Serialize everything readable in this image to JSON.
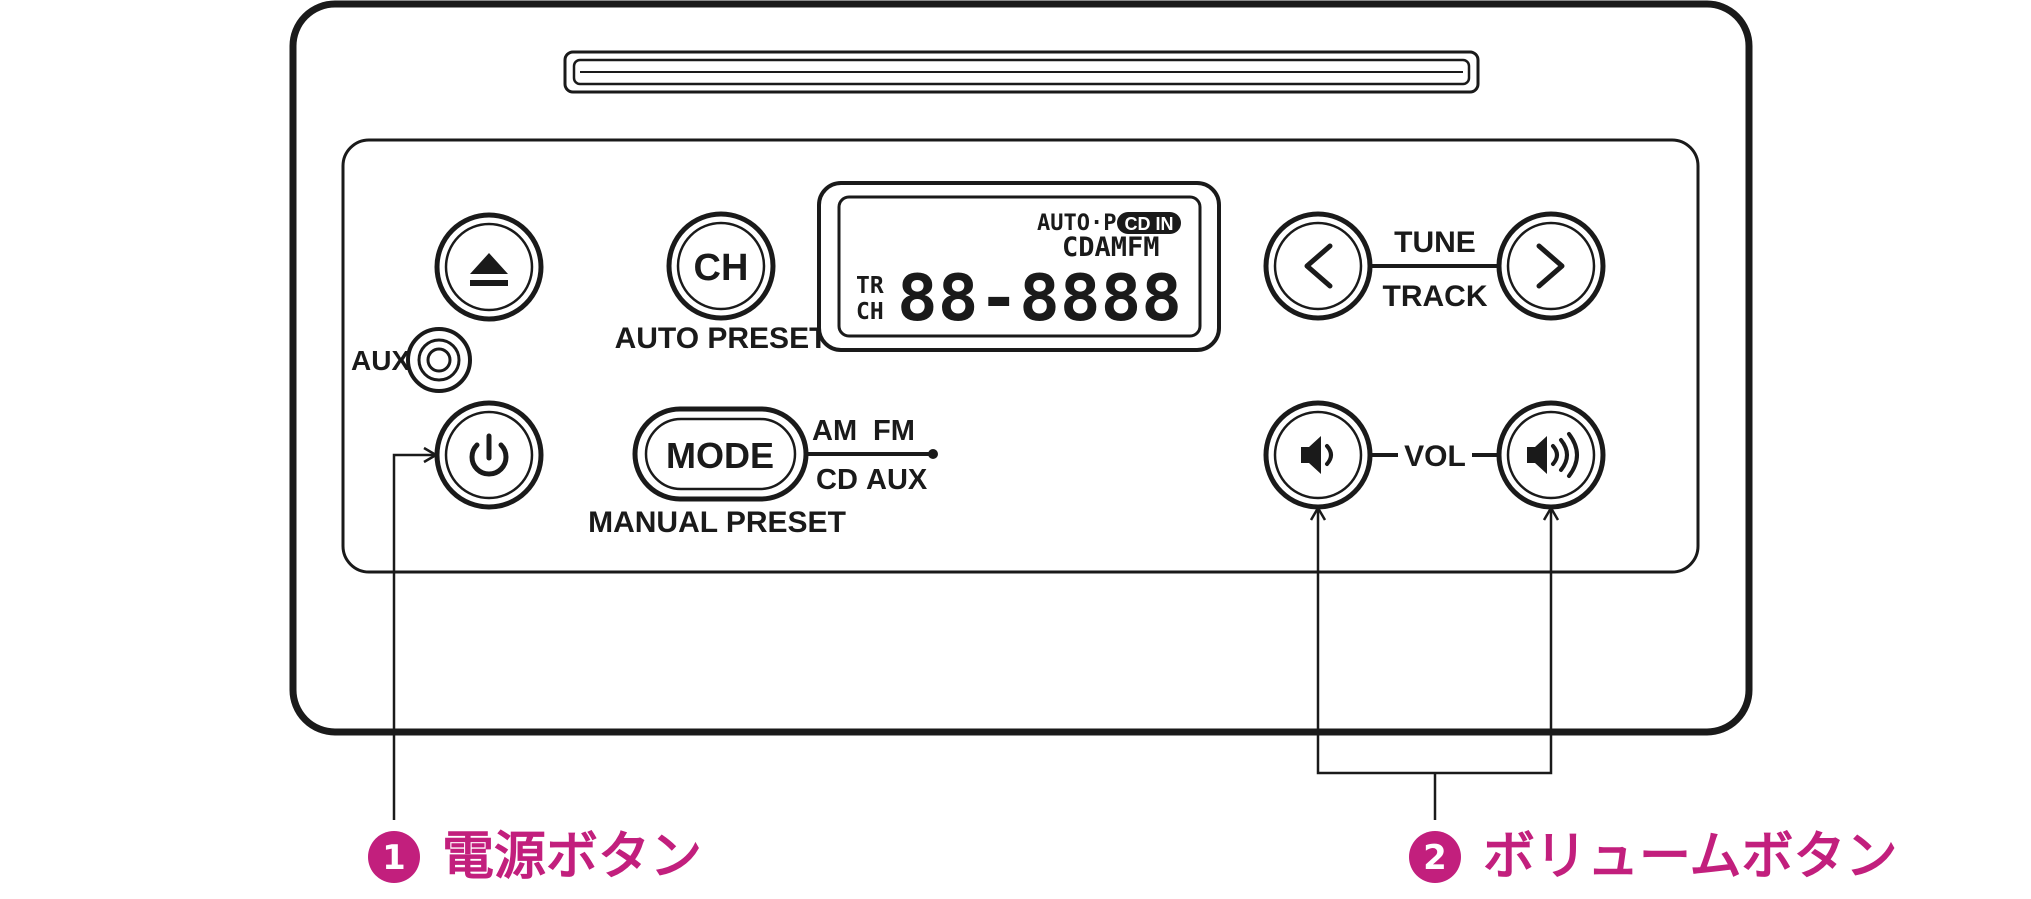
{
  "colors": {
    "ink": "#1a1a1a",
    "accent": "#c21f7d",
    "face": "#ffffff"
  },
  "panel": {
    "aux_label": "AUX",
    "ch_button": "CH",
    "ch_sub_label": "AUTO PRESET",
    "mode_button": "MODE",
    "mode_sub_label": "MANUAL PRESET",
    "mode_options": [
      "AM",
      "FM",
      "CD",
      "AUX"
    ],
    "tune_label": "TUNE",
    "track_label": "TRACK",
    "vol_label": "VOL",
    "icons": {
      "eject": "eject-icon",
      "power": "power-icon",
      "prev": "chevron-left-icon",
      "next": "chevron-right-icon",
      "vol_down": "speaker-low-icon",
      "vol_up": "speaker-high-icon"
    }
  },
  "display": {
    "auto_p": "AUTO·P",
    "cd_in": "CD IN",
    "band_row": "CDAMFM",
    "tr": "TR",
    "ch": "CH",
    "segments": "88-8888"
  },
  "callouts": [
    {
      "number": "1",
      "label": "電源ボタン"
    },
    {
      "number": "2",
      "label": "ボリュームボタン"
    }
  ]
}
